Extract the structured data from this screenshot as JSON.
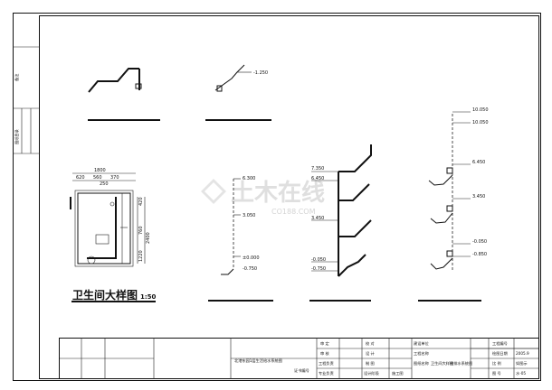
{
  "left_strip": {
    "label_1": "备注",
    "label_2": "图纸目录"
  },
  "plan": {
    "title": "卫生间大样图",
    "scale": "1:50",
    "dims_top": [
      "1800",
      "620",
      "560",
      "370",
      "250"
    ],
    "dims_right": [
      "420",
      "760",
      "1220",
      "2400"
    ]
  },
  "riser_1": {
    "elevations": [
      "6.300",
      "3.050",
      "±0.000",
      "-0.750"
    ]
  },
  "riser_2": {
    "elevations": [
      "7.350",
      "6.450",
      "3.450",
      "-0.050",
      "-0.750"
    ]
  },
  "riser_3": {
    "elevations": [
      "10.050",
      "10.050",
      "6.450",
      "3.450",
      "-0.050",
      "-0.850"
    ]
  },
  "small_detail": {
    "elevation": "-1.250"
  },
  "watermark": {
    "text": "土木在线",
    "sub": "CO188.COM"
  },
  "title_block": {
    "project_name": "北港东园1层生活给水系统图",
    "cert_label": "证书编号",
    "roles_a": [
      "审 定",
      "审 核",
      "工程负责",
      "专业负责"
    ],
    "roles_b": [
      "校 对",
      "设 计",
      "制 图",
      "设计阶段"
    ],
    "roles_c": [
      "建设单位",
      "工程名称",
      "图纸名称"
    ],
    "construction": "施工图",
    "drawing_name_1": "卫生间大样图",
    "drawing_name_2": "给排水系统图",
    "meta_labels": [
      "工程编号",
      "绘图日期",
      "比 例",
      "图 号"
    ],
    "meta_values": [
      "",
      "2005.9",
      "如图示",
      "水-05"
    ]
  },
  "colors": {
    "line": "#111111",
    "watermark": "#d8d8d8"
  }
}
